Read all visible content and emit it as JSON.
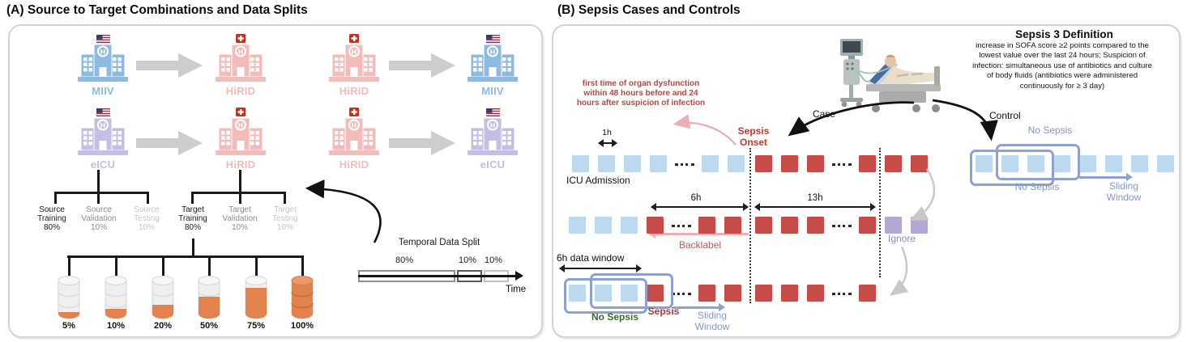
{
  "panel_a": {
    "title": "(A) Source to Target Combinations and Data Splits",
    "transfers": [
      {
        "source": "MIIV",
        "target": "HiRID"
      },
      {
        "source": "HiRID",
        "target": "MIIV"
      },
      {
        "source": "eICU",
        "target": "HiRID"
      },
      {
        "source": "HiRID",
        "target": "eICU"
      }
    ],
    "hospitals": [
      {
        "label": "MIIV",
        "flag": "us",
        "color": "#8CBAE2"
      },
      {
        "label": "HiRID",
        "flag": "ch",
        "color": "#F2BCBA"
      },
      {
        "label": "HiRID",
        "flag": "ch",
        "color": "#F2BCBA"
      },
      {
        "label": "MIIV",
        "flag": "us",
        "color": "#8CBAE2"
      },
      {
        "label": "eICU",
        "flag": "us",
        "color": "#C6BEE4"
      },
      {
        "label": "HiRID",
        "flag": "ch",
        "color": "#F2BCBA"
      },
      {
        "label": "HiRID",
        "flag": "ch",
        "color": "#F2BCBA"
      },
      {
        "label": "eICU",
        "flag": "us",
        "color": "#C6BEE4"
      }
    ],
    "split_labels": [
      {
        "text": "Source\nTraining\n80%",
        "shade": "dark"
      },
      {
        "text": "Source\nValidation\n10%",
        "shade": "mid"
      },
      {
        "text": "Source\nTesting\n10%",
        "shade": "light"
      },
      {
        "text": "Target\nTraining\n80%",
        "shade": "dark"
      },
      {
        "text": "Target\nValidation\n10%",
        "shade": "mid"
      },
      {
        "text": "Target\nTesting\n10%",
        "shade": "light"
      }
    ],
    "fractions": [
      {
        "label": "5%",
        "pct": 5
      },
      {
        "label": "10%",
        "pct": 10
      },
      {
        "label": "20%",
        "pct": 20
      },
      {
        "label": "50%",
        "pct": 50
      },
      {
        "label": "75%",
        "pct": 75
      },
      {
        "label": "100%",
        "pct": 100
      }
    ],
    "temporal": {
      "title": "Temporal Data Split",
      "segments": [
        {
          "label": "80%",
          "pct": 80
        },
        {
          "label": "10%",
          "pct": 10
        },
        {
          "label": "10%",
          "pct": 10
        }
      ],
      "axis_label": "Time"
    }
  },
  "panel_b": {
    "title": "(B) Sepsis Cases and Controls",
    "organ_dysfunction_note": "first time of organ dysfunction\nwithin 48 hours before and 24\nhours after suspicion of infection",
    "definition": {
      "title": "Sepsis 3 Definition",
      "body": "increase in SOFA score ≥2 points compared to the\nlowest value over the last 24 hours; Suspicion of\ninfection: simultaneous use of antibiotics and culture\nof body fluids (antibiotics were administered\ncontinuously for ≥ 3 day)"
    },
    "labels": {
      "case": "Case",
      "control": "Control",
      "icu_admission": "ICU Admission",
      "sepsis_onset": "Sepsis\nOnset",
      "one_hour": "1h",
      "six_hours": "6h",
      "thirteen_hours": "13h",
      "backlabel": "Backlabel",
      "ignore": "Ignore",
      "data_window": "6h data window",
      "no_sepsis_top": "No Sepsis",
      "no_sepsis_bottom": "No Sepsis",
      "no_sepsis_case": "No Sepsis",
      "sepsis": "Sepsis",
      "sliding_window": "Sliding\nWindow"
    },
    "rows": {
      "case_admission": [
        [
          "b",
          "b",
          "b",
          "b",
          "d",
          "b",
          "b"
        ],
        [
          "r",
          "r",
          "r",
          "d",
          "r"
        ],
        [
          "r",
          "r"
        ]
      ],
      "case_backlabel": [
        [
          "b",
          "b",
          "b",
          "r",
          "d",
          "r",
          "r"
        ],
        [
          "r",
          "r",
          "r",
          "d",
          "r"
        ],
        [
          "p",
          "p"
        ]
      ],
      "case_window": [
        [
          "b",
          "b",
          "b",
          "r",
          "d",
          "r",
          "r"
        ],
        [
          "r",
          "r",
          "r",
          "d",
          "r"
        ]
      ],
      "control": [
        [
          "b",
          "b",
          "b",
          "b",
          "b",
          "b",
          "b",
          "b"
        ]
      ]
    }
  },
  "colors": {
    "square_no_sepsis_blue": "#BCD9EF",
    "square_sepsis_red": "#C64B49",
    "square_ignore_purple": "#B3A8D2",
    "window_border_periwinkle": "#8CA2D3",
    "periwinkle_text": "#8298CC",
    "onset_red": "#C13B34",
    "note_red": "#C0453C",
    "backlabel_text": "#C4575A",
    "backlabel_arrow_pink": "#ECAFB5",
    "ignore_text_purple": "#9186C2",
    "no_sepsis_green": "#3A6B33",
    "sepsis_dark_red": "#A63C3C",
    "cylinder_orange": "#E2834E",
    "transfer_arrow_gray": "#CDCDCD",
    "miiv_blue": "#8CBAE2",
    "hirid_pink": "#F2BCBA",
    "eicu_purple": "#C6BEE4"
  }
}
